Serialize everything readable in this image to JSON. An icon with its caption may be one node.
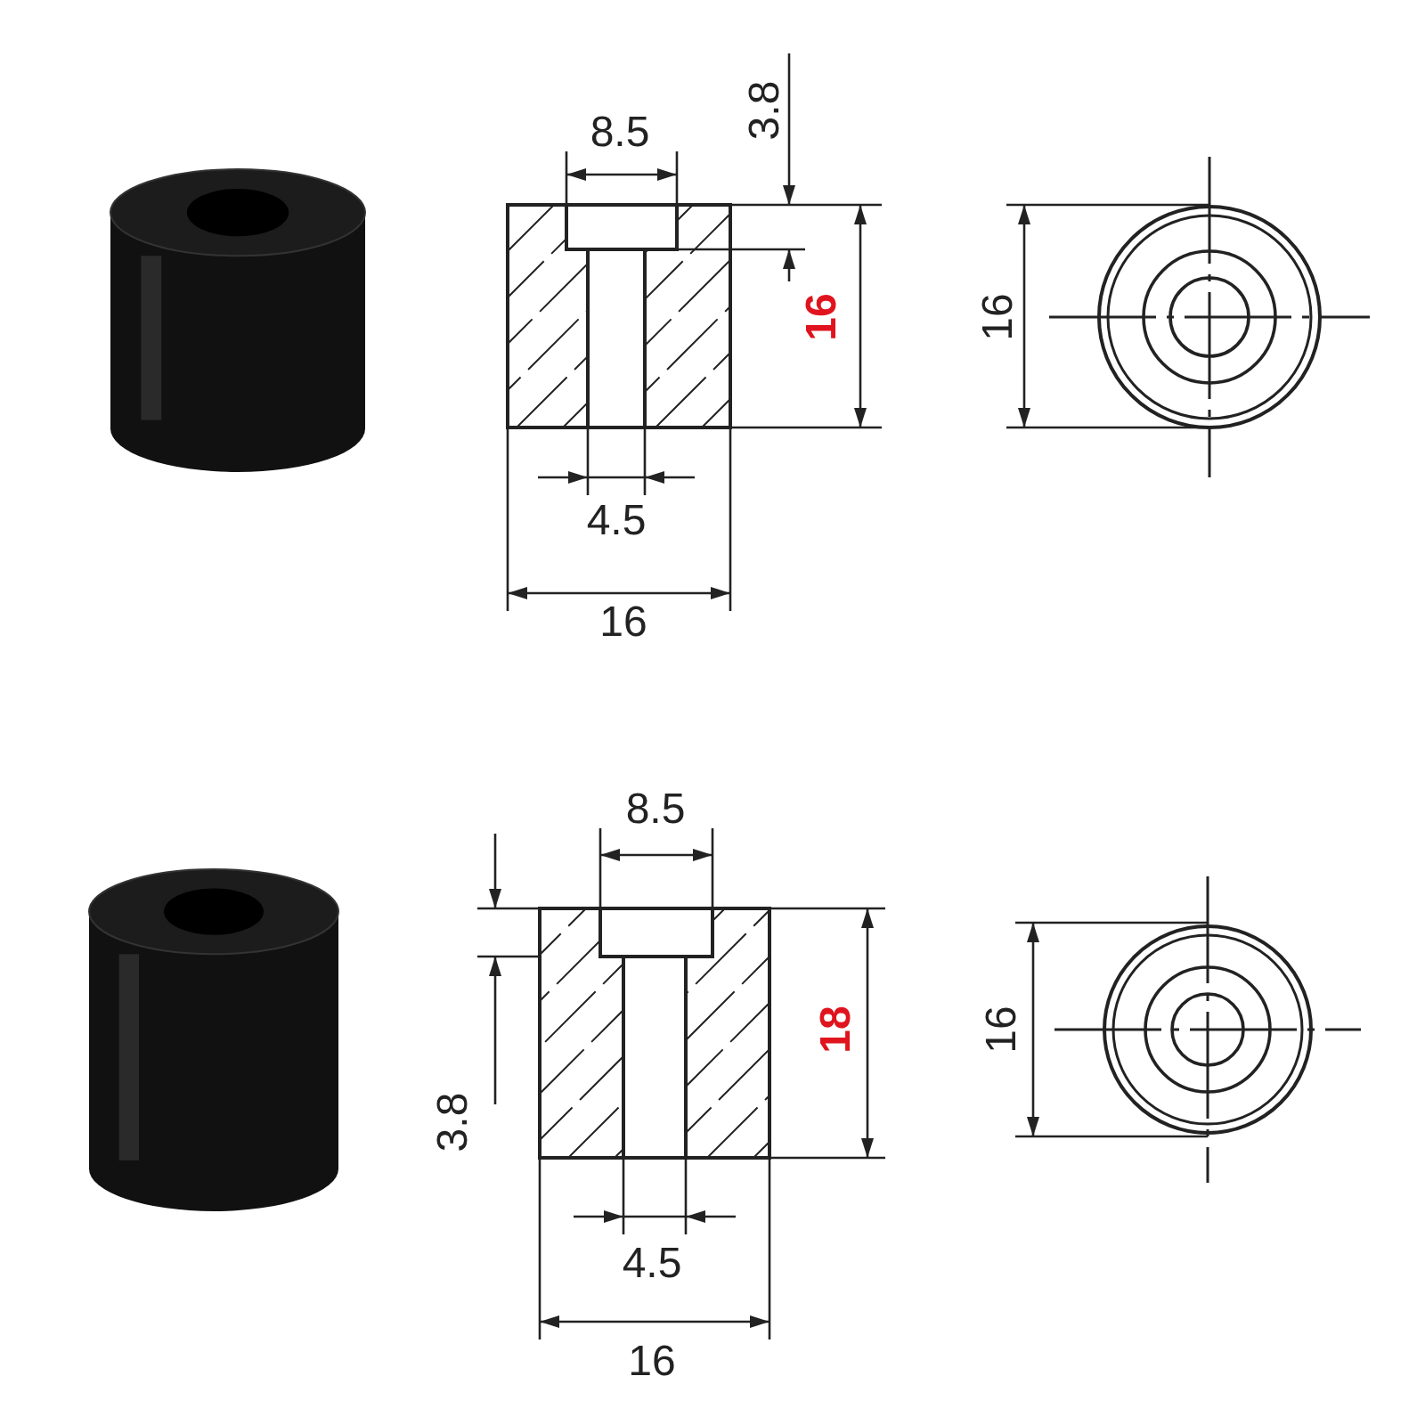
{
  "diagram": {
    "labels": [
      "8.5",
      "3.8",
      "16",
      "16",
      "4.5",
      "16",
      "8.5",
      "18",
      "16",
      "3.8",
      "4.5",
      "16"
    ]
  }
}
